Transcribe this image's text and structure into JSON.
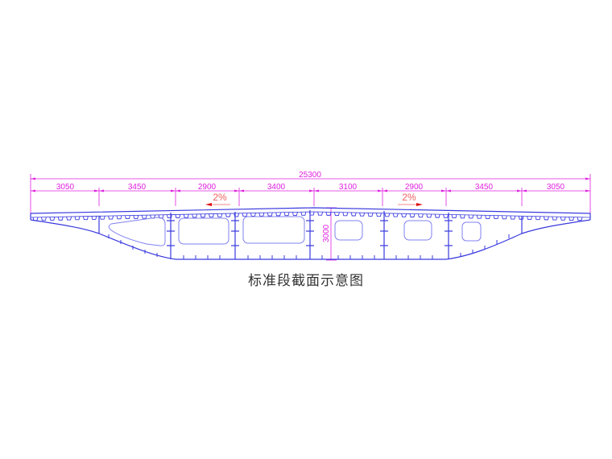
{
  "diagram": {
    "type": "bridge-box-girder-cross-section",
    "colors": {
      "structure": "#3a3ae0",
      "structure_light": "#8080f0",
      "dimension": "#e020e0",
      "slope": "#f06060",
      "slope_arrow": "#e01010",
      "caption": "#333333"
    },
    "overall_width": "25300",
    "segment_dimensions": [
      "3050",
      "3450",
      "2900",
      "3400",
      "3100",
      "2900",
      "3450",
      "3050"
    ],
    "height_dimension": "3000",
    "slopes": [
      {
        "label": "2%",
        "direction": "left"
      },
      {
        "label": "2%",
        "direction": "right"
      }
    ],
    "caption": "标准段截面示意图"
  }
}
